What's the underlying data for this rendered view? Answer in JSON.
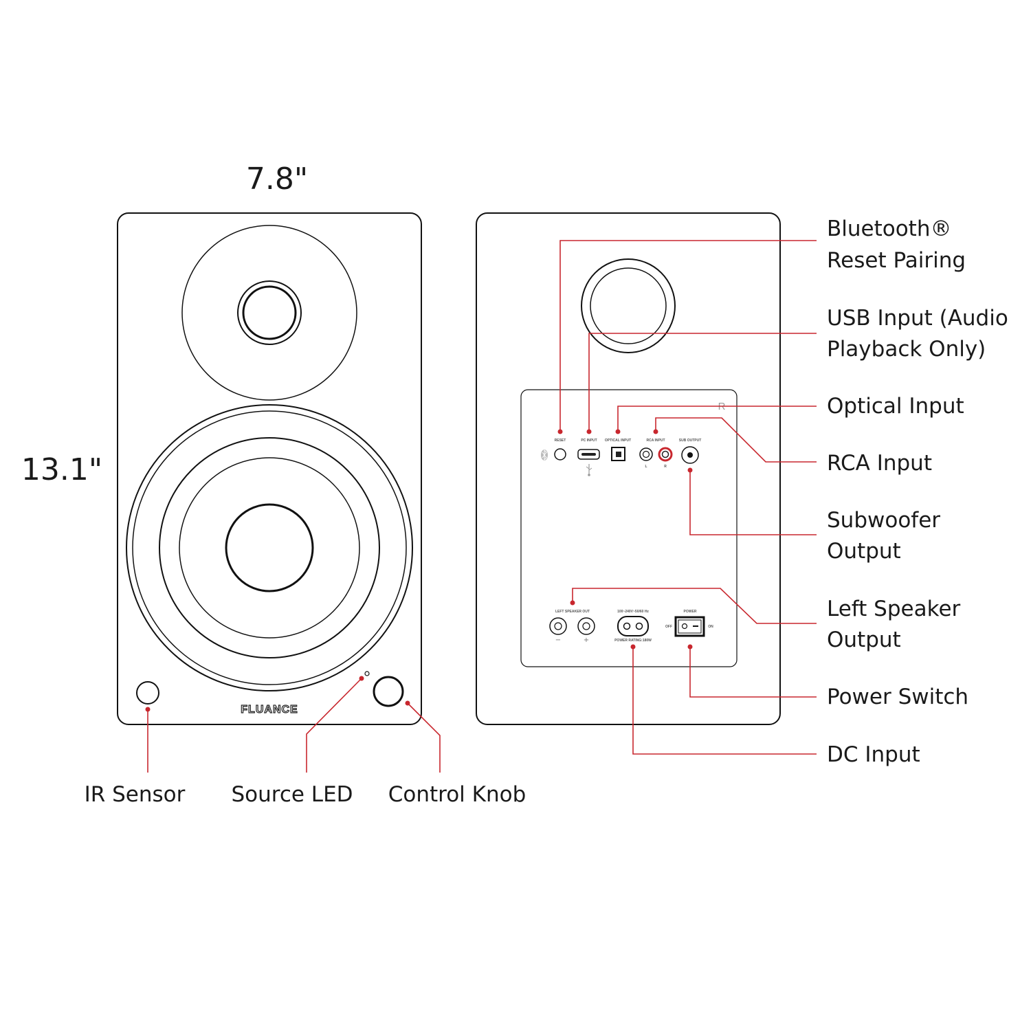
{
  "dimensions": {
    "width": "7.8\"",
    "height": "13.1\""
  },
  "front": {
    "logo": "FLUANCE",
    "callouts": {
      "ir_sensor": "IR Sensor",
      "source_led": "Source LED",
      "control_knob": "Control Knob"
    }
  },
  "back": {
    "panel_mark": "R",
    "panel_labels": {
      "reset": "RESET",
      "pc_input": "PC INPUT",
      "optical_input": "OPTICAL INPUT",
      "rca_input": "RCA INPUT",
      "sub_output": "SUB OUTPUT",
      "rca_l": "L",
      "rca_r": "R",
      "left_speaker_out": "LEFT SPEAKER OUT",
      "minus": "−",
      "plus": "+",
      "voltage": "100~240V~50/60 Hz",
      "power_rating": "POWER RATING:180W",
      "power": "POWER",
      "off": "OFF",
      "on": "ON"
    },
    "callouts": {
      "bt_reset_1": "Bluetooth®",
      "bt_reset_2": "Reset Pairing",
      "usb_1": "USB Input (Audio",
      "usb_2": "Playback Only)",
      "optical": "Optical Input",
      "rca": "RCA Input",
      "sub_1": "Subwoofer",
      "sub_2": "Output",
      "left_1": "Left Speaker",
      "left_2": "Output",
      "power_switch": "Power Switch",
      "dc_input": "DC Input"
    }
  },
  "colors": {
    "accent": "#c8272e",
    "outline": "#111111"
  }
}
